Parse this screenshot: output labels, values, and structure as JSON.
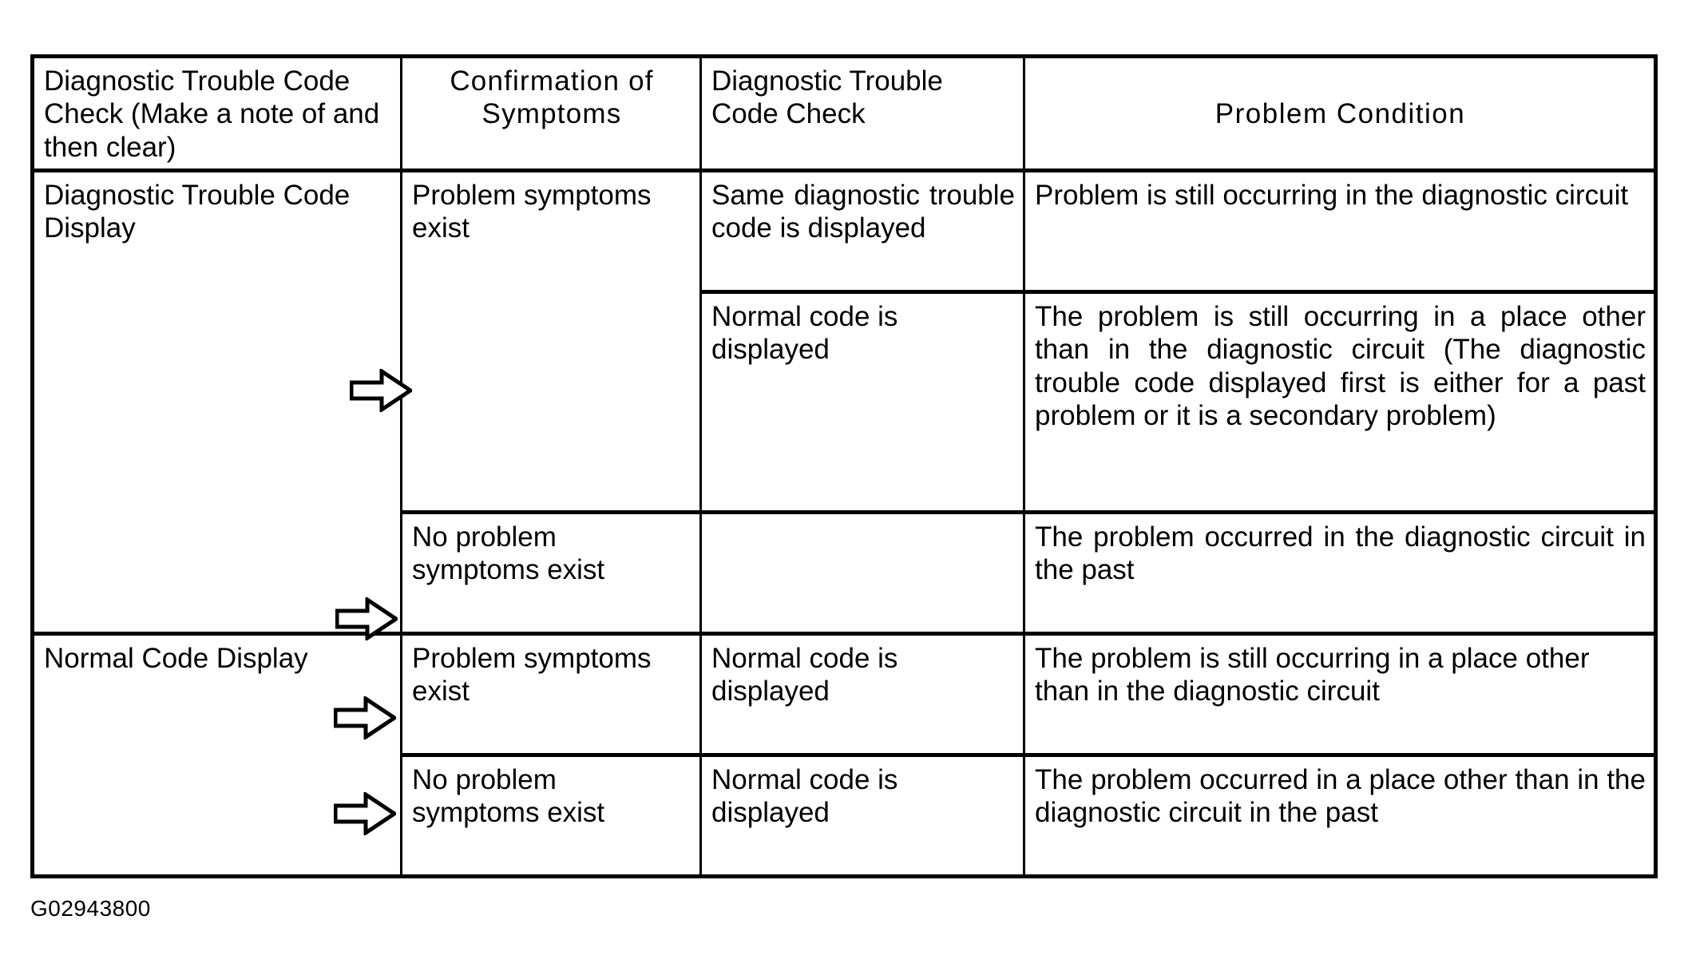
{
  "caption": "G02943800",
  "table": {
    "headers": [
      "Diagnostic Trouble Code Check (Make a note of and then clear)",
      "Confirmation of Symptoms",
      "Diagnostic Trouble Code Check",
      "Problem Condition"
    ],
    "rows": [
      {
        "col1": "Diagnostic Trouble Code Display",
        "col2": "Problem symptoms exist",
        "col3": "Same diagnostic trouble code is displayed",
        "col4": "Problem is still occurring in the diagnostic circuit"
      },
      {
        "col1": "",
        "col2": "",
        "col3": "Normal code is displayed",
        "col4": "The problem is still occurring in a place other than in the diagnostic circuit (The diagnostic trouble code displayed first is either for a past problem or it is a secondary problem)"
      },
      {
        "col1": "",
        "col2": "No problem symptoms exist",
        "col3": "",
        "col4": "The problem occurred in the diagnostic circuit in the past"
      },
      {
        "col1": "Normal Code Display",
        "col2": "Problem symptoms exist",
        "col3": "Normal code is displayed",
        "col4": "The problem is still occurring in a place other than in the diagnostic circuit"
      },
      {
        "col1": "",
        "col2": "No problem symptoms exist",
        "col3": "Normal code is displayed",
        "col4": "The problem occurred in a place other than in the diagnostic circuit in the past"
      }
    ]
  },
  "arrows": [
    {
      "name": "flow-arrow-1"
    },
    {
      "name": "flow-arrow-2"
    },
    {
      "name": "flow-arrow-3"
    },
    {
      "name": "flow-arrow-4"
    }
  ],
  "colors": {
    "ink": "#000000",
    "paper": "#ffffff"
  }
}
